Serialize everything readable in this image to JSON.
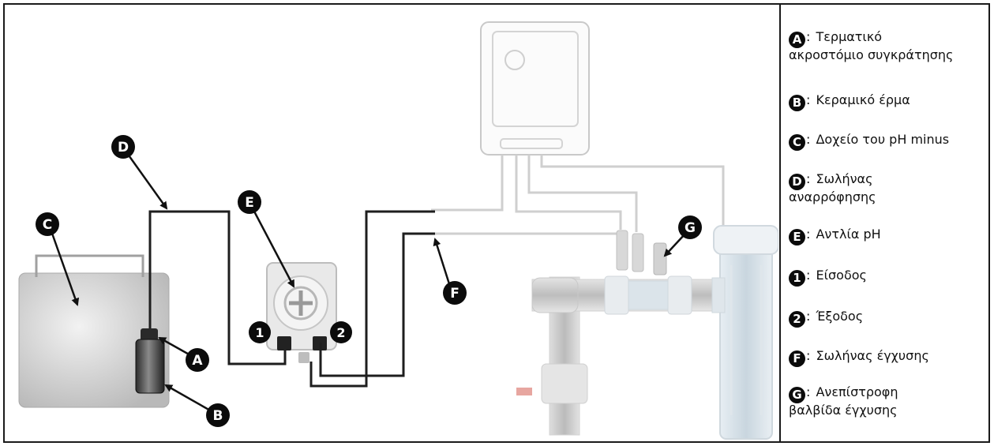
{
  "callouts": {
    "A": "A",
    "B": "B",
    "C": "C",
    "D": "D",
    "E": "E",
    "F": "F",
    "G": "G",
    "one": "1",
    "two": "2"
  },
  "legend": {
    "separator": ":",
    "items": [
      {
        "key": "A",
        "line1": "Τερματικό",
        "line2": "ακροστόμιο συγκράτησης"
      },
      {
        "key": "B",
        "line1": "Κεραμικό έρμα",
        "line2": ""
      },
      {
        "key": "C",
        "line1": "Δοχείο του pH minus",
        "line2": ""
      },
      {
        "key": "D",
        "line1": "Σωλήνας",
        "line2": "αναρρόφησης"
      },
      {
        "key": "E",
        "line1": "Αντλία pH",
        "line2": ""
      },
      {
        "key": "1",
        "line1": "Είσοδος",
        "line2": ""
      },
      {
        "key": "2",
        "line1": "Έξοδος",
        "line2": ""
      },
      {
        "key": "F",
        "line1": "Σωλήνας έγχυσης",
        "line2": ""
      },
      {
        "key": "G",
        "line1": "Ανεπίστροφη",
        "line2": "βαλβίδα έγχυσης"
      }
    ]
  }
}
